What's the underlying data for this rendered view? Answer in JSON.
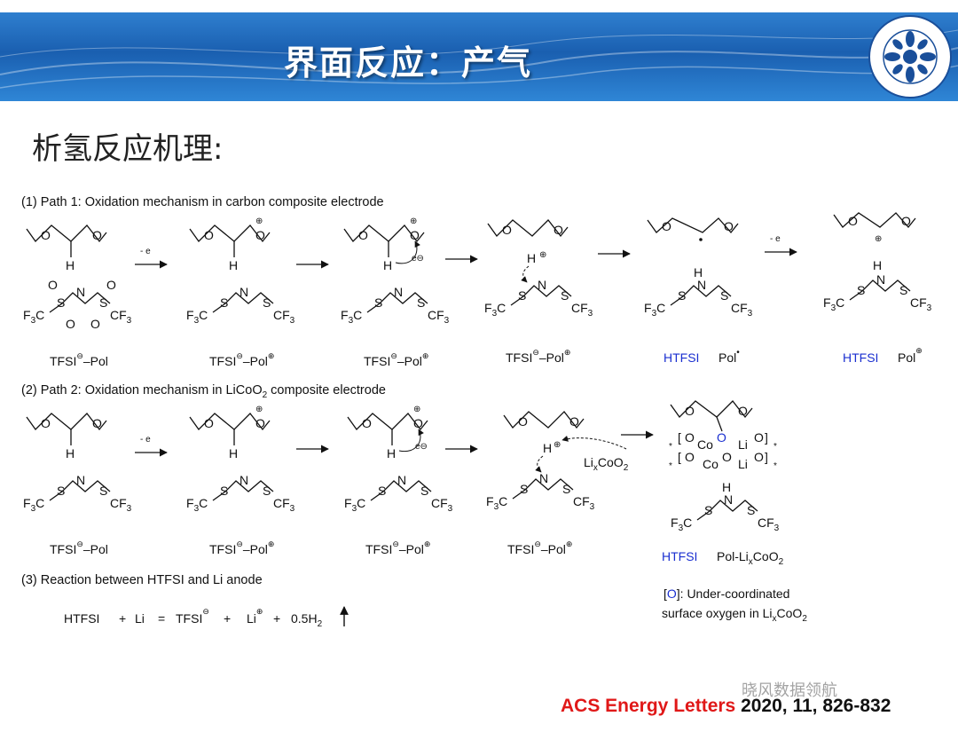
{
  "slide": {
    "title": "界面反应：产气",
    "section_title": "析氢反应机理:"
  },
  "scheme": {
    "path1_label": "(1) Path 1: Oxidation mechanism in carbon composite electrode",
    "path2_label_pre": "(2) Path 2: Oxidation mechanism in LiCoO",
    "path2_label_sub": "2",
    "path2_label_post": " composite electrode",
    "path3_label": "(3) Reaction between HTFSI and Li anode",
    "electron_arrow_label": "- e",
    "atoms": {
      "O": "O",
      "H": "H",
      "N": "N",
      "S": "S",
      "F3C": "F",
      "CF3": "CF",
      "sub3": "3",
      "Co": "Co",
      "Li": "Li"
    },
    "species": {
      "tfsi": "TFSI",
      "pol": "–Pol",
      "htfsi": "HTFSI",
      "pol_plain": "Pol",
      "pol_licoo2": "Pol-Li",
      "licoo2_prefix": "Li",
      "licoo2_x": "x",
      "licoo2_suffix": "CoO",
      "sub2": "2"
    },
    "equation": {
      "htfsi": "HTFSI",
      "plus1": "+",
      "li": "Li",
      "eq": "=",
      "tfsi": "TFSI",
      "plus2": "+",
      "li_ion": "Li",
      "plus3": "+",
      "h2": "0.5H",
      "h2_sub": "2"
    },
    "note": {
      "bracket_open": "[",
      "O": "O",
      "bracket_close": "]",
      "line1_rest": ": Under-coordinated",
      "line2_pre": "surface oxygen in Li",
      "line2_x": "x",
      "line2_mid": "CoO",
      "line2_sub": "2"
    }
  },
  "citation": {
    "journal": "ACS Energy Letters",
    "ref": " 2020, 11, 826-832"
  },
  "watermark": "晓风数据领航",
  "colors": {
    "banner": "#1a5fb0",
    "journal": "#e01818",
    "htfsi": "#1a2fd0"
  }
}
